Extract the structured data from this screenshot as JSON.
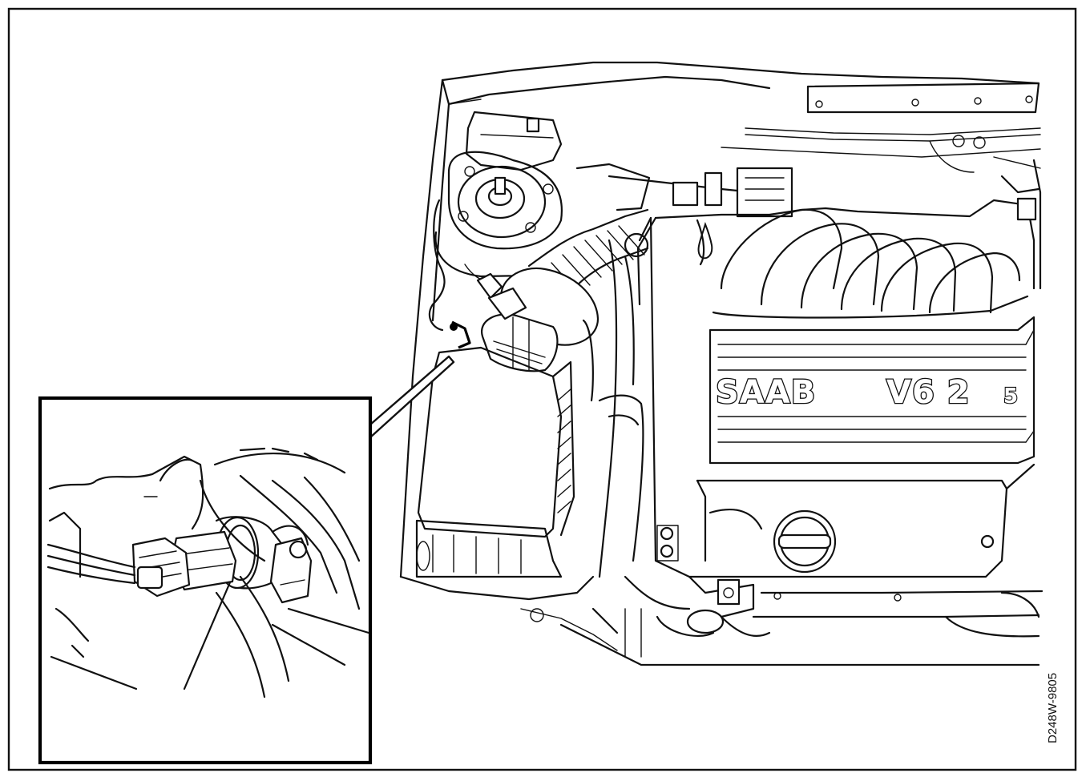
{
  "engine_badge": {
    "brand": "SAAB",
    "model": "V6 2",
    "model_sub": "5"
  },
  "figure_code": "D248W-9805"
}
